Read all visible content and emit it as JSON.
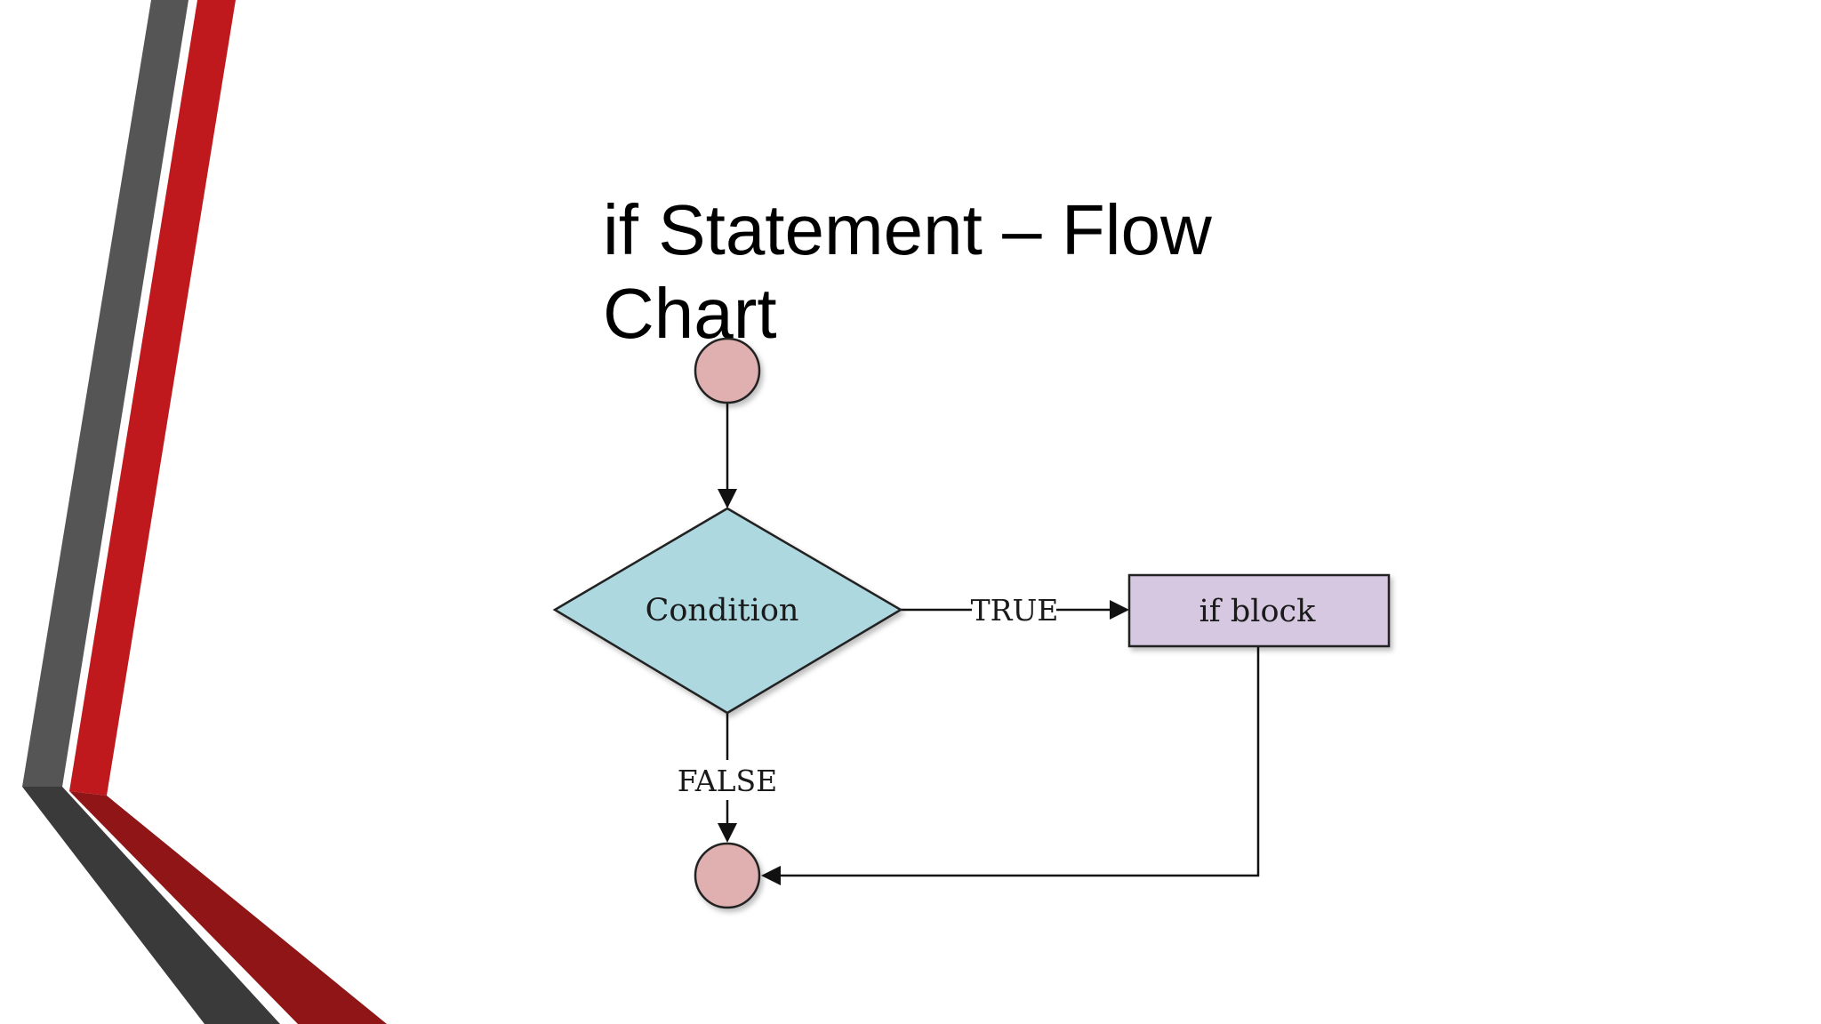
{
  "slide": {
    "title_lines": [
      "if Statement – Flow",
      "Chart"
    ],
    "colors": {
      "accent_red": "#c0191d",
      "accent_dark_red": "#8f1517",
      "accent_gray": "#555555",
      "accent_dark_gray": "#3a3a3a",
      "terminal_fill": "#e0b0b0",
      "condition_fill": "#add8e0",
      "block_fill": "#d5c8e0",
      "stroke": "#222222"
    }
  },
  "flowchart": {
    "nodes": {
      "start": {
        "label": ""
      },
      "condition": {
        "label": "Condition"
      },
      "if_block": {
        "label": "if block"
      },
      "end": {
        "label": ""
      }
    },
    "edges": {
      "true_label": "TRUE",
      "false_label": "FALSE"
    }
  }
}
